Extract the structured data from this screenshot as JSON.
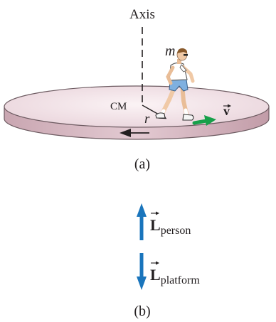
{
  "part_a": {
    "axis_label": "Axis",
    "mass_label": "m",
    "cm_label": "CM",
    "radius_label": "r",
    "velocity_label": "v",
    "caption": "(a)"
  },
  "part_b": {
    "person_L_symbol": "L",
    "person_L_subscript": "person",
    "platform_L_symbol": "L",
    "platform_L_subscript": "platform",
    "caption": "(b)"
  },
  "colors": {
    "platform_top": "#f1e1e6",
    "platform_side": "#d8b9c3",
    "platform_edge": "#6d5b61",
    "velocity_arrow": "#17a04a",
    "angular_momentum_arrow": "#1a75bc",
    "text": "#231f20"
  }
}
